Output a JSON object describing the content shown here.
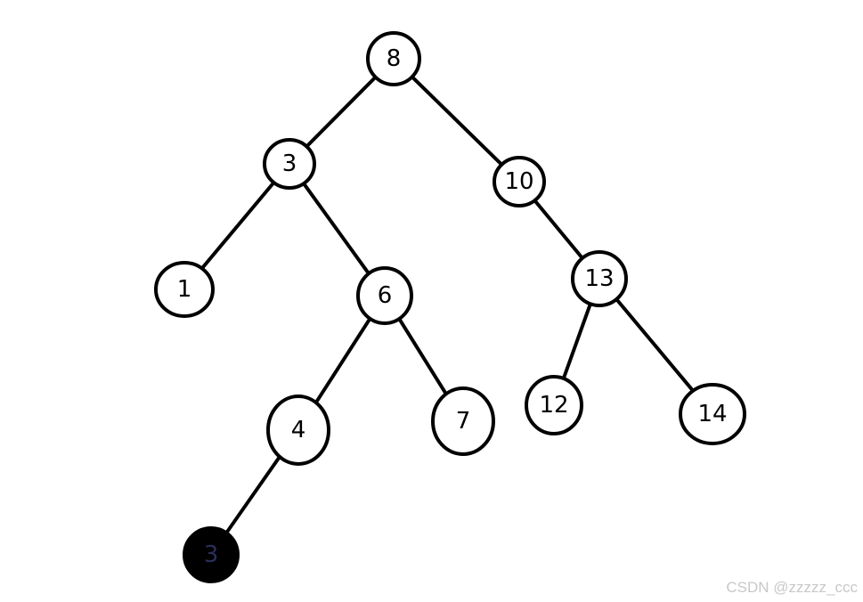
{
  "diagram": {
    "nodes": [
      {
        "id": "n8",
        "label": "8",
        "filled": false
      },
      {
        "id": "n3",
        "label": "3",
        "filled": false
      },
      {
        "id": "n10",
        "label": "10",
        "filled": false
      },
      {
        "id": "n1",
        "label": "1",
        "filled": false
      },
      {
        "id": "n6",
        "label": "6",
        "filled": false
      },
      {
        "id": "n13",
        "label": "13",
        "filled": false
      },
      {
        "id": "n4",
        "label": "4",
        "filled": false
      },
      {
        "id": "n7",
        "label": "7",
        "filled": false
      },
      {
        "id": "n12",
        "label": "12",
        "filled": false
      },
      {
        "id": "n14",
        "label": "14",
        "filled": false
      },
      {
        "id": "n3b",
        "label": "3",
        "filled": true
      }
    ],
    "edges": [
      [
        "n8",
        "n3"
      ],
      [
        "n8",
        "n10"
      ],
      [
        "n3",
        "n1"
      ],
      [
        "n3",
        "n6"
      ],
      [
        "n10",
        "n13"
      ],
      [
        "n6",
        "n4"
      ],
      [
        "n6",
        "n7"
      ],
      [
        "n13",
        "n12"
      ],
      [
        "n13",
        "n14"
      ],
      [
        "n4",
        "n3b"
      ]
    ],
    "colors": {
      "stroke": "#000000",
      "fill": "#ffffff",
      "highlight_fill": "#000000"
    }
  },
  "watermark": "CSDN @zzzzz_ccc"
}
